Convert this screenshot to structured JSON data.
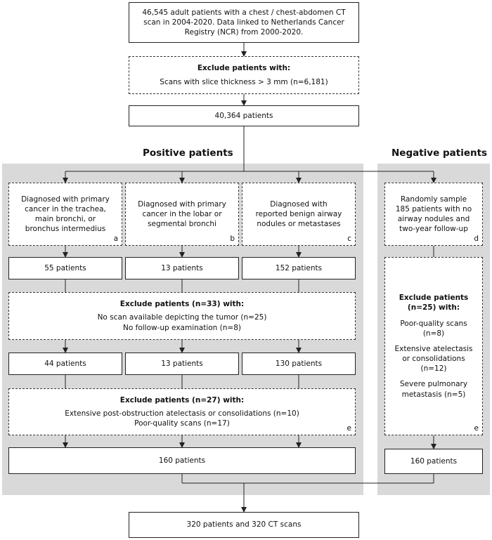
{
  "headings": {
    "positive": "Positive patients",
    "negative": "Negative patients"
  },
  "top": {
    "line1": "46,545 adult patients with a chest / chest-abdomen CT",
    "line2": "scan in 2004-2020. Data linked to Netherlands Cancer",
    "line3": "Registry (NCR) from 2000-2020."
  },
  "exclude1": {
    "title": "Exclude patients with:",
    "item": "Scans with slice thickness > 3 mm (n=6,181)"
  },
  "after_exclude1": "40,364 patients",
  "groups": [
    {
      "lines": [
        "Diagnosed with primary",
        "cancer in the trachea,",
        "main bronchi, or",
        "bronchus intermedius"
      ],
      "tag": "a"
    },
    {
      "lines": [
        "Diagnosed with primary",
        "cancer in the lobar or",
        "segmental bronchi"
      ],
      "tag": "b"
    },
    {
      "lines": [
        "Diagnosed with",
        "reported benign airway",
        "nodules or metastases"
      ],
      "tag": "c"
    }
  ],
  "counts1": [
    "55 patients",
    "13 patients",
    "152 patients"
  ],
  "exclude2": {
    "title": "Exclude patients (n=33) with:",
    "items": [
      "No scan available depicting the tumor (n=25)",
      "No follow-up examination (n=8)"
    ]
  },
  "counts2": [
    "44 patients",
    "13 patients",
    "130 patients"
  ],
  "exclude3": {
    "title": "Exclude patients (n=27) with:",
    "items": [
      "Extensive post-obstruction atelectasis or consolidations (n=10)",
      "Poor-quality scans (n=17)"
    ],
    "tag": "e"
  },
  "positive_total": "160 patients",
  "negative": {
    "sample_lines": [
      "Randomly sample",
      "185 patients with no",
      "airway nodules and",
      "two-year follow-up"
    ],
    "sample_tag": "d",
    "exclude_title": [
      "Exclude patients",
      "(n=25) with:"
    ],
    "exclude_items": [
      [
        "Poor-quality scans",
        "(n=8)"
      ],
      [
        "Extensive atelectasis",
        "or consolidations",
        "(n=12)"
      ],
      [
        "Severe pulmonary",
        "metastasis (n=5)"
      ]
    ],
    "exclude_tag": "e",
    "total": "160 patients"
  },
  "final": "320 patients and 320 CT scans"
}
